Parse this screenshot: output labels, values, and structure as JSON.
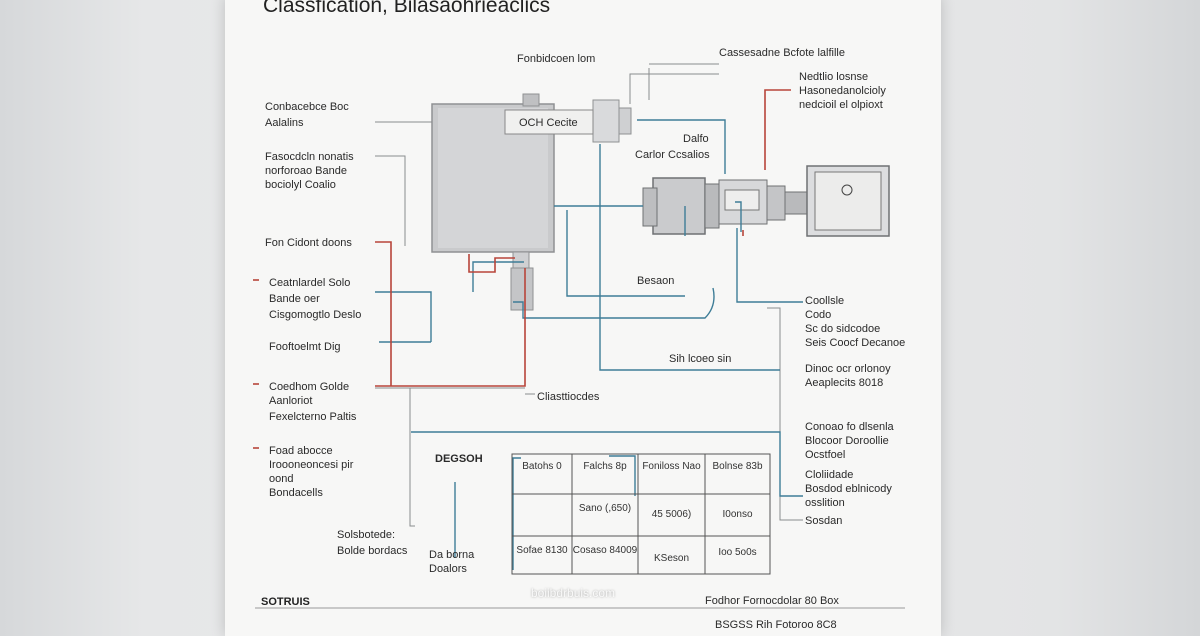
{
  "title": "Classfication, Bilasaohrieaclics",
  "callouts": {
    "top_center": "Fonbidcoen lom",
    "top_right": "Cassesadne Bcfote lalfille",
    "top_right_sub": [
      "Nedtlio losnse",
      "Hasonedanolcioly",
      "nedcioil el olpioxt"
    ],
    "tank_label": "OCH Cecite",
    "center_a": [
      "Dalfo",
      "Carlor Ccsalios"
    ],
    "center_b": "Besaon",
    "center_c": "Sih lcoeo sin",
    "center_d": "Cliasttiocdes"
  },
  "left_labels": [
    [
      "Conbacebce Boc",
      "Aalalins"
    ],
    [
      "Fasocdcln nonatis",
      "norforoao Bande",
      "bociolyl Coalio"
    ],
    [
      "Fon Cidont doons"
    ],
    [
      "Ceatnlardel Solo",
      "Bande oer",
      "Cisgomogtlo Deslo"
    ],
    [
      "Fooftoelmt Dig"
    ],
    [
      "Coedhom Golde",
      "Aanloriot",
      "Fexelcterno Paltis"
    ],
    [
      "Foad abocce",
      "Iroooneoncesi pir",
      "oond",
      "Bondacells"
    ],
    [
      "Solsbotede:",
      "Bolde bordacs"
    ]
  ],
  "right_labels": [
    [
      "Coollsle",
      "Codo",
      "Sc do sidcodoe",
      "Seis Coocf Decanoe"
    ],
    [
      "Dinoc ocr orlonoy",
      "Aeaplecits 8018"
    ],
    [
      "Conoao fo dlsenla",
      "Blocoor Doroollie",
      "Ocstfoel"
    ],
    [
      "Cloliidade",
      "Bosdod eblnicody",
      "osslition"
    ],
    [
      "Sosdan"
    ]
  ],
  "table": {
    "caption": "DEGSOH",
    "side_label": [
      "Da borna",
      "Doalors"
    ],
    "header": [
      "Batohs 0",
      "Falchs 8p",
      "Foniloss Nao",
      "Bolnse 83b"
    ],
    "rows": [
      [
        "",
        "Sano (,650)",
        "45 5006)",
        "I0onso"
      ],
      [
        "Sofae 8130",
        "Cosaso 84009",
        "KSeson",
        "Ioo 5o0s"
      ]
    ]
  },
  "footer": {
    "left": "SOTRUIS",
    "right": "Fodhor Fornocdolar 80 Box",
    "right2": "BSGSS Rih Fotoroo 8C8",
    "watermark": "boiibdrbuis.com"
  },
  "colors": {
    "line_blue": "#3e7d97",
    "line_red": "#b8453a",
    "tank": "#c8c9cb"
  }
}
